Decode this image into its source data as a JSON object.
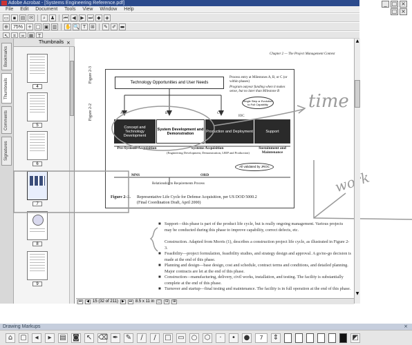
{
  "window": {
    "title": "Adobe Acrobat - [Systems Engineering Reference.pdf]",
    "minimize": "_",
    "restore": "□",
    "close": "×"
  },
  "menu": [
    "File",
    "Edit",
    "Document",
    "Tools",
    "View",
    "Window",
    "Help"
  ],
  "toolbar": {
    "zoom": "75%"
  },
  "left_tabs": [
    "Bookmarks",
    "Thumbnails",
    "Comments",
    "Signatures"
  ],
  "thumbnails": {
    "header": "Thumbnails",
    "pages": [
      "4",
      "5",
      "6",
      "7",
      "8",
      "9"
    ]
  },
  "document": {
    "running_head": "Chapter 2 — The Project Management Context",
    "figure_side_label": "Figure 2-3",
    "figure_side_label2": "Figure 2-2",
    "top_box": "Technology Opportunities and User Needs",
    "notes": [
      "Process entry at Milestones A, B, or C (or within phases)",
      "Program outyear funding when it makes sense, but no later than Milestone B"
    ],
    "milestones": [
      "A",
      "B",
      "C"
    ],
    "ioc": "IOC",
    "bubble1": "Single Step or Evolution to Full Capability",
    "phases": [
      "Concept and Technology Development",
      "System Development and Demonstration",
      "Production and Deployment",
      "Support"
    ],
    "phase_groups": [
      "Pre-Systems Acquisition",
      "Systems Acquisition",
      "Sustainment and Maintenance"
    ],
    "phase_group_sub": "(Engineering Development, Demonstration, LRIP and Production)",
    "bubble2": "All validated by JROC",
    "req_labels": [
      "MNS",
      "ORD"
    ],
    "req_caption": "Relationship to Requirements Process",
    "caption_label": "Figure 2–2.",
    "caption_text": "Representative Life Cycle for Defense Acquisition, per US DOD 5000.2",
    "caption_text2": "(Final Coordination Draft, April 2000)",
    "bullets": [
      "Support—this phase is part of the product life cycle, but is really ongoing management. Various projects may be conducted during this phase to improve capability, correct defects, etc.",
      "Construction. Adapted from Morris (1), describes a construction project life cycle, as illustrated in Figure 2-3.",
      "Feasibility—project formulation, feasibility studies, and strategy design and approval. A go/no-go decision is made at the end of this phase.",
      "Planning and design—base design, cost and schedule, contract terms and conditions, and detailed planning. Major contracts are let at the end of this phase.",
      "Construction—manufacturing, delivery, civil works, installation, and testing. The facility is substantially complete at the end of this phase.",
      "Turnover and startup—final testing and maintenance. The facility is in full operation at the end of this phase."
    ]
  },
  "annotations": {
    "time": "time",
    "work": "work"
  },
  "status": {
    "page": "15 (32 of 211)",
    "size": "8.5 x 11 in"
  },
  "drawing_toolbar": {
    "title": "Drawing Markups",
    "width_value": "7"
  },
  "colors": {
    "titlebar": "#2b4a8c",
    "annotation_ink": "#9a9a9a",
    "phase_dark": "#2a2a2a"
  }
}
